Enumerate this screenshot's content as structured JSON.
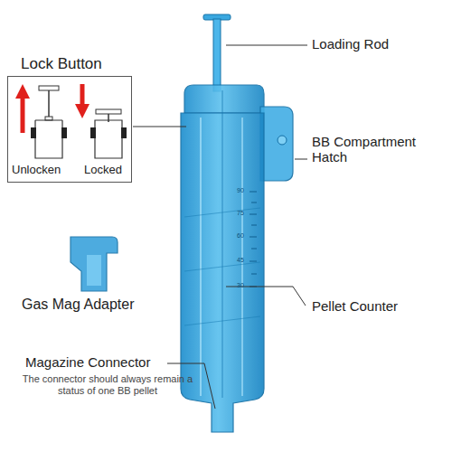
{
  "diagram": {
    "nodes": [
      {
        "text": [
          "Lock Button",
          "Unlocken",
          "Locked"
        ]
      }
    ],
    "labels": [
      "Loading Rod",
      "BB Compartment Hatch",
      "Gas Mag Adapter",
      "Pellet Counter",
      "Magazine Connector",
      "The connector should always remain a status of one BB pellet",
      "90",
      "75",
      "60",
      "45",
      "30"
    ]
  }
}
